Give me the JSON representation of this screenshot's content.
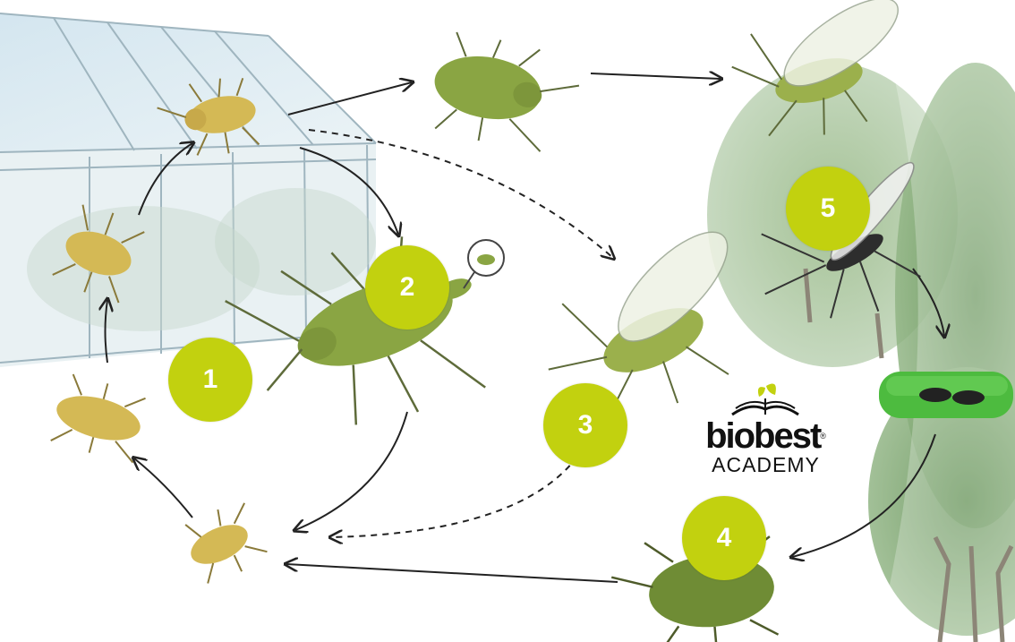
{
  "steps": [
    {
      "id": 1,
      "label": "1"
    },
    {
      "id": 2,
      "label": "2"
    },
    {
      "id": 3,
      "label": "3"
    },
    {
      "id": 4,
      "label": "4"
    },
    {
      "id": 5,
      "label": "5"
    }
  ],
  "logo": {
    "word": "biobest",
    "trademark": "®",
    "sub": "ACADEMY"
  },
  "colors": {
    "step_circle": "#c2d10f",
    "aphid_green": "#7f9a3a",
    "nymph_yellow": "#d4b955",
    "egg_leaf": "#4dbb3f",
    "arrow": "#222222"
  }
}
